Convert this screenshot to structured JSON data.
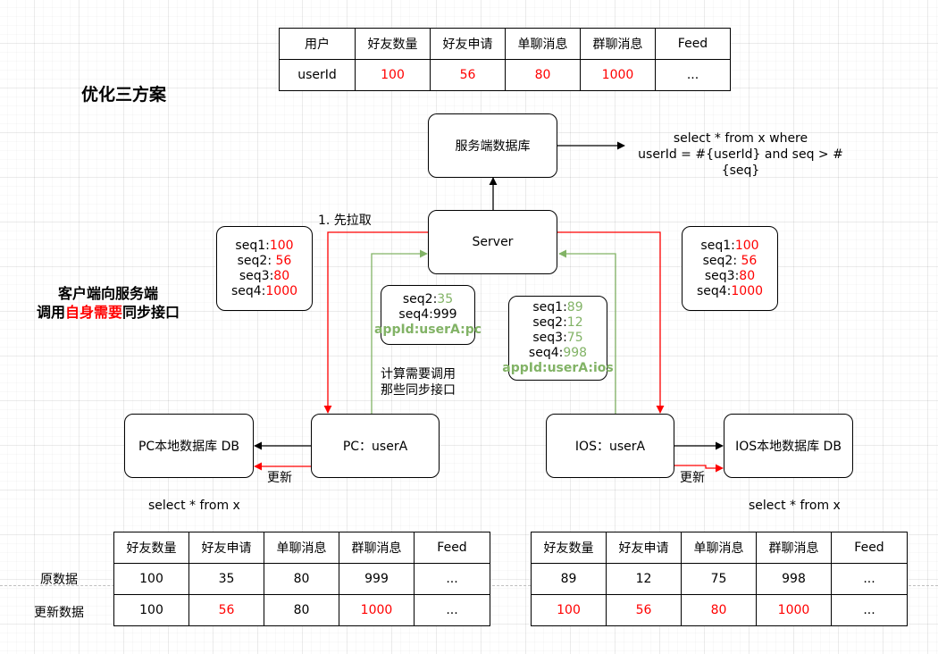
{
  "colors": {
    "red": "#ff0000",
    "green": "#82b366",
    "black": "#000000"
  },
  "title": "优化三方案",
  "subtitle": {
    "line1": "客户端向服务端",
    "line2_pre": "调用",
    "line2_red": "自身需要",
    "line2_post": "同步接口"
  },
  "top_table": {
    "headers": [
      "用户",
      "好友数量",
      "好友申请",
      "单聊消息",
      "群聊消息",
      "Feed"
    ],
    "row": [
      "userId",
      "100",
      "56",
      "80",
      "1000",
      "..."
    ]
  },
  "server_db": {
    "label": "服务端数据库"
  },
  "server_query": {
    "line1": "select * from x where",
    "line2": "userId = #{userId} and seq > #{seq}"
  },
  "server": {
    "label": "Server"
  },
  "pc": {
    "label": "PC：userA",
    "db_label": "PC本地数据库 DB",
    "update_label": "更新",
    "query": "select * from x"
  },
  "ios": {
    "label": "IOS：userA",
    "db_label": "IOS本地数据库 DB",
    "update_label": "更新",
    "query": "select * from x"
  },
  "pull_label": "1. 先拉取",
  "compute_label": {
    "line1": "计算需要调用",
    "line2": "那些同步接口"
  },
  "left_seq": [
    {
      "key": "seq1:",
      "val": "100"
    },
    {
      "key": "seq2: ",
      "val": "56"
    },
    {
      "key": "seq3:",
      "val": "80"
    },
    {
      "key": "seq4:",
      "val": "1000"
    }
  ],
  "right_seq": [
    {
      "key": "seq1:",
      "val": "100"
    },
    {
      "key": "seq2: ",
      "val": "56"
    },
    {
      "key": "seq3:",
      "val": "80"
    },
    {
      "key": "seq4:",
      "val": "1000"
    }
  ],
  "pc_req": {
    "lines": [
      {
        "key": "seq2:",
        "val": "35"
      },
      {
        "key": "seq4:",
        "val": "999"
      }
    ],
    "app": "appId:userA:pc"
  },
  "ios_req": {
    "lines": [
      {
        "key": "seq1:",
        "val": "89"
      },
      {
        "key": "seq2:",
        "val": "12"
      },
      {
        "key": "seq3:",
        "val": "75"
      },
      {
        "key": "seq4:",
        "val": "998"
      }
    ],
    "app": "appId:userA:ios"
  },
  "row_labels": {
    "original": "原数据",
    "updated": "更新数据"
  },
  "pc_table": {
    "headers": [
      "好友数量",
      "好友申请",
      "单聊消息",
      "群聊消息",
      "Feed"
    ],
    "original": [
      "100",
      "35",
      "80",
      "999",
      "..."
    ],
    "updated": [
      "100",
      "56",
      "80",
      "1000",
      "..."
    ]
  },
  "ios_table": {
    "headers": [
      "好友数量",
      "好友申请",
      "单聊消息",
      "群聊消息",
      "Feed"
    ],
    "original": [
      "89",
      "12",
      "75",
      "998",
      "..."
    ],
    "updated": [
      "100",
      "56",
      "80",
      "1000",
      "..."
    ]
  }
}
